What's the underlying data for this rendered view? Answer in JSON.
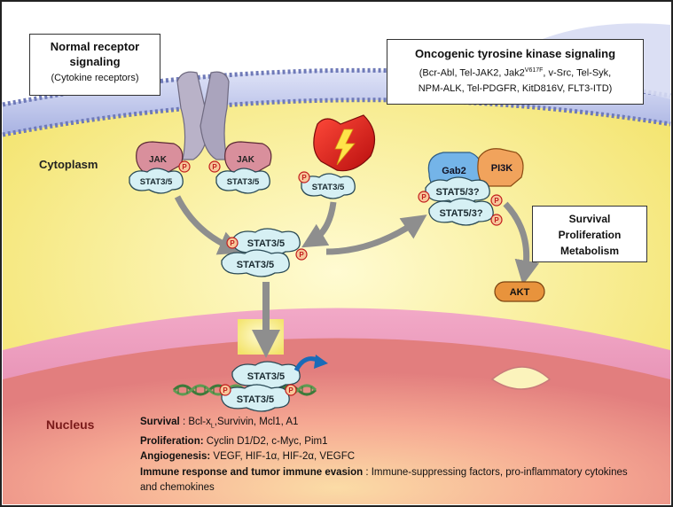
{
  "boxes": {
    "normal": {
      "title_line1": "Normal receptor",
      "title_line2": "signaling",
      "subtitle": "(Cytokine receptors)"
    },
    "oncogenic": {
      "title": "Oncogenic tyrosine kinase signaling",
      "line1_prefix": "(Bcr-Abl, Tel-JAK2, Jak2",
      "line1_sup": "V617F",
      "line1_suffix": ", v-Src, Tel-Syk,",
      "line2": "NPM-ALK, Tel-PDGFR, KitD816V, FLT3-ITD)"
    },
    "outcomes": {
      "line1": "Survival",
      "line2": "Proliferation",
      "line3": "Metabolism"
    }
  },
  "regions": {
    "cytoplasm": "Cytoplasm",
    "nucleus": "Nucleus"
  },
  "proteins": {
    "jak_left": "JAK",
    "jak_right": "JAK",
    "stat_left": "STAT3/5",
    "stat_right": "STAT3/5",
    "stat_single": "STAT3/5",
    "dimer_top": "STAT3/5",
    "dimer_bottom": "STAT3/5",
    "gab2": "Gab2",
    "pi3k": "PI3K",
    "stat53_top": "STAT5/3?",
    "stat53_bottom": "STAT5/3?",
    "akt": "AKT",
    "nuc_top": "STAT3/5",
    "nuc_bottom": "STAT3/5",
    "p": "P"
  },
  "targets": {
    "survival_label": "Survival",
    "survival_text": " : Bcl-x",
    "survival_sub": "L",
    "survival_rest": ",Survivin, Mcl1, A1",
    "proliferation_label": "Proliferation:",
    "proliferation_text": " Cyclin D1/D2, c-Myc, Pim1",
    "angiogenesis_label": "Angiogenesis:",
    "angiogenesis_text": " VEGF, HIF-1α, HIF-2α, VEGFC",
    "immune_label": "Immune response and tumor immune evasion",
    "immune_text": " : Immune-suppressing factors, pro-inflammatory cytokines and chemokines"
  },
  "colors": {
    "stat_fill": "#d6f0f4",
    "stat_stroke": "#2a4a56",
    "p_fill": "#f7c79a",
    "p_stroke": "#c21c1c",
    "jak_fill": "#d98f9c",
    "gab2_fill": "#74b4e8",
    "pi3k_fill": "#f1a35c",
    "akt_fill": "#e8933c",
    "cytoplasm": "#f6ec7a",
    "nucleus": "#f39a8e",
    "membrane": "#bcc4ea",
    "arrow": "#8e8e8e",
    "dna": "#3d7a3a"
  }
}
